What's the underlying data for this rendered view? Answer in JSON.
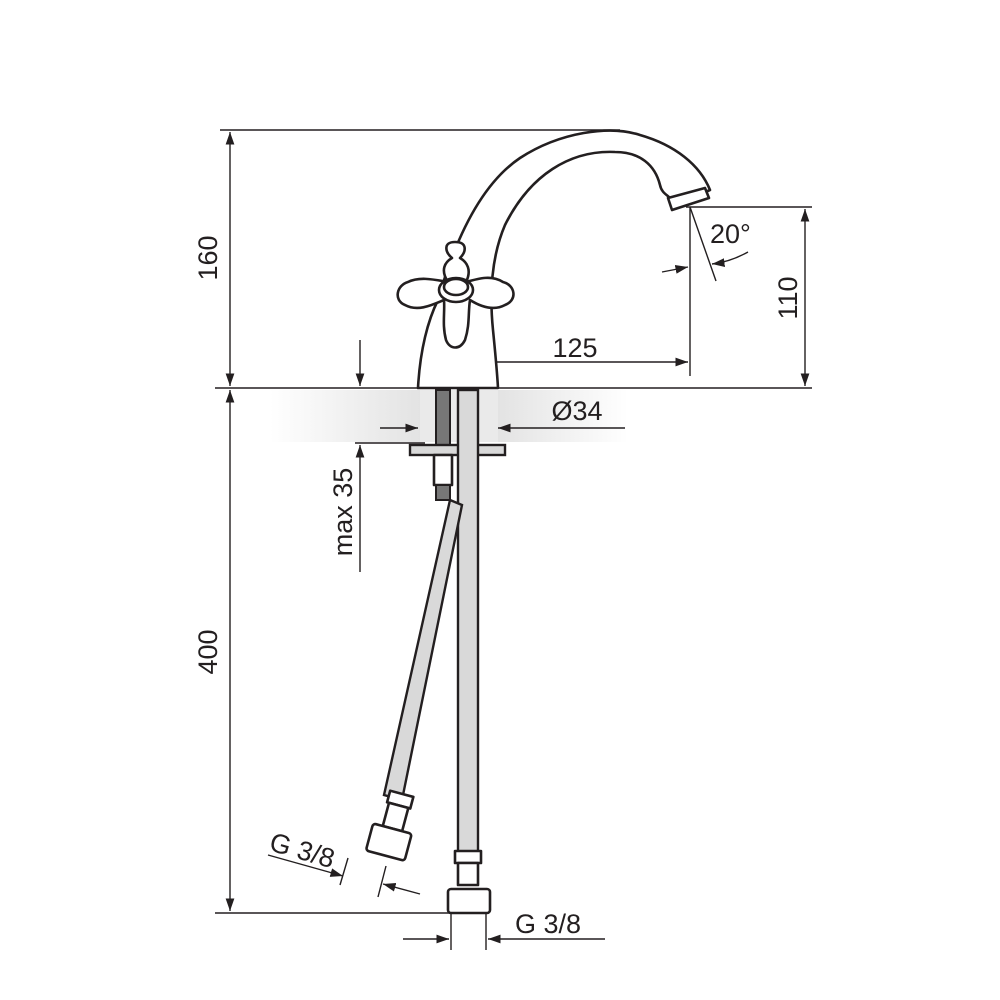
{
  "drawing": {
    "dimensions": {
      "total_height_above_deck": "160",
      "spout_outlet_height": "110",
      "spout_reach": "125",
      "spout_angle": "20°",
      "mounting_hole_diameter": "Ø34",
      "max_deck_thickness": "max 35",
      "hose_length": "400",
      "hose_thread_left": "G 3/8",
      "hose_thread_right": "G 3/8"
    },
    "colors": {
      "line": "#231f20",
      "hose_fill": "#d9d9d9",
      "deck_band": "#e6e6e6"
    }
  }
}
